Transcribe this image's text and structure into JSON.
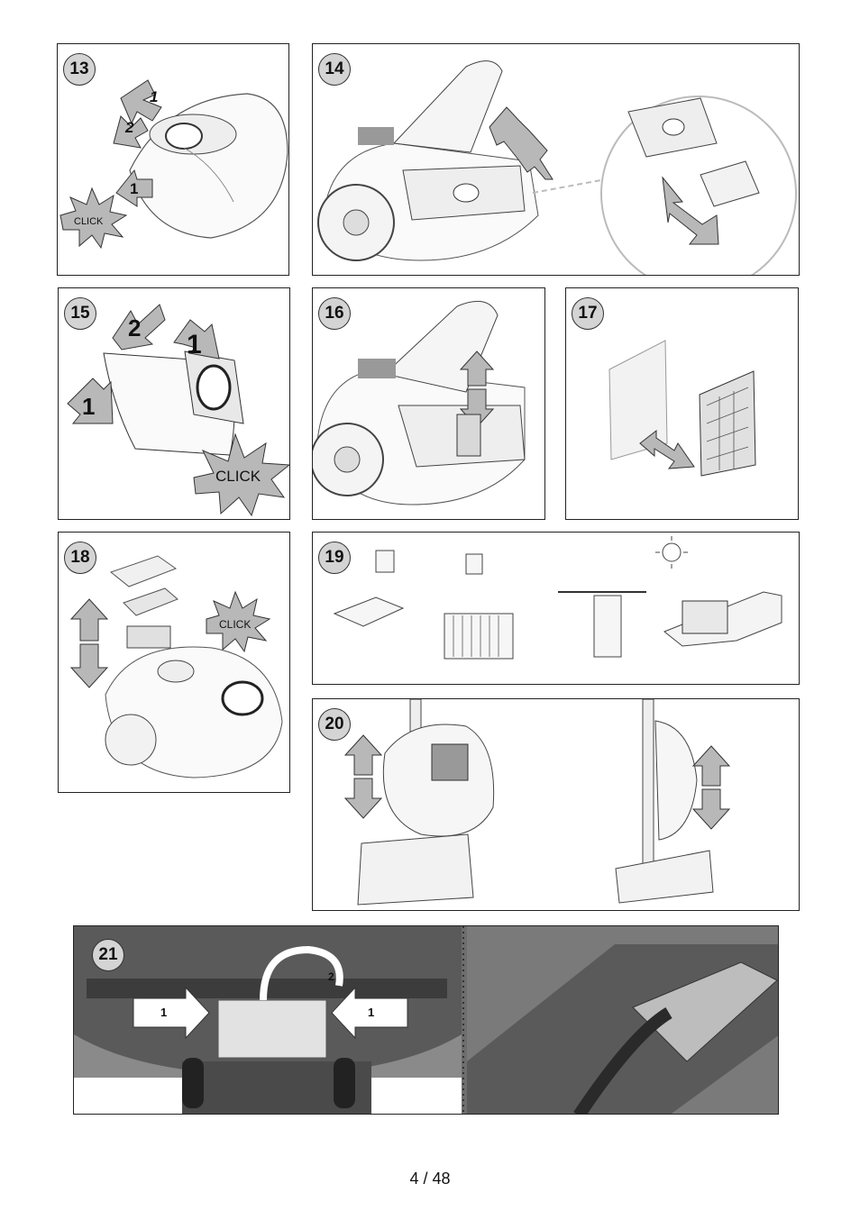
{
  "steps": {
    "s13": {
      "number": "13",
      "arrow_1": "1",
      "arrow_2": "2",
      "arrow_3": "1",
      "click": "CLICK"
    },
    "s14": {
      "number": "14"
    },
    "s15": {
      "number": "15",
      "arrow_2": "2",
      "arrow_1a": "1",
      "arrow_1b": "1",
      "click": "CLICK"
    },
    "s16": {
      "number": "16"
    },
    "s17": {
      "number": "17"
    },
    "s18": {
      "number": "18",
      "click": "CLICK"
    },
    "s19": {
      "number": "19"
    },
    "s20": {
      "number": "20"
    },
    "s21": {
      "number": "21",
      "arrow_left": "1",
      "arrow_right": "1",
      "rotate": "2"
    }
  },
  "footer": {
    "page": "4  / 48"
  },
  "colors": {
    "arrow_fill": "#b8b8b8",
    "badge_fill": "#d4d4d4",
    "photo_dark": "#4a4a4a"
  }
}
